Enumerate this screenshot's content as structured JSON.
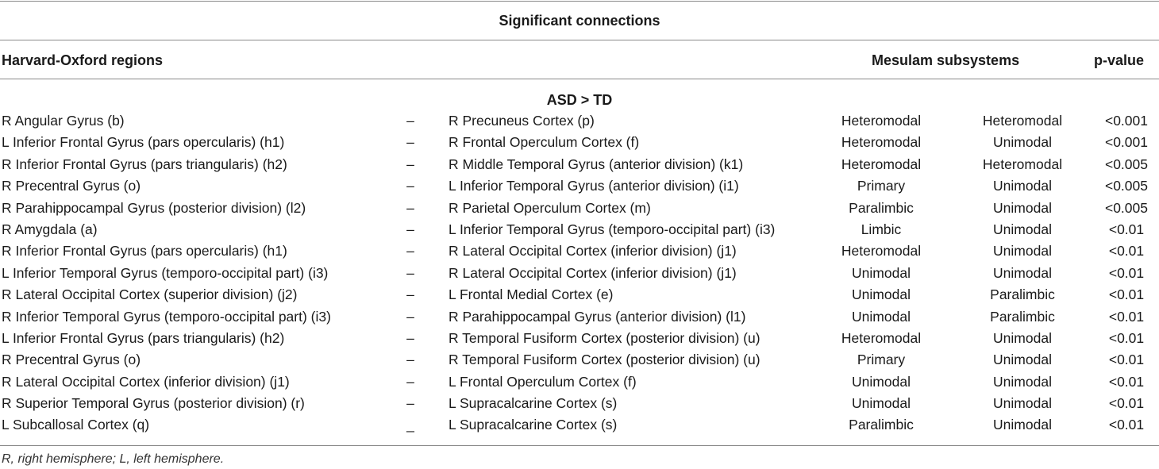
{
  "table": {
    "title": "Significant connections",
    "headers": {
      "regions": "Harvard-Oxford regions",
      "mesulam": "Mesulam subsystems",
      "pvalue": "p-value"
    },
    "group_label": "ASD > TD",
    "rows": [
      {
        "region1": "R Angular Gyrus (b)",
        "dash": "–",
        "region2": "R Precuneus Cortex (p)",
        "sys1": "Heteromodal",
        "sys2": "Heteromodal",
        "p": "<0.001"
      },
      {
        "region1": "L Inferior Frontal Gyrus (pars opercularis) (h1)",
        "dash": "–",
        "region2": "R Frontal Operculum Cortex (f)",
        "sys1": "Heteromodal",
        "sys2": "Unimodal",
        "p": "<0.001"
      },
      {
        "region1": "R Inferior Frontal Gyrus (pars triangularis) (h2)",
        "dash": "–",
        "region2": "R Middle Temporal Gyrus (anterior division) (k1)",
        "sys1": "Heteromodal",
        "sys2": "Heteromodal",
        "p": "<0.005"
      },
      {
        "region1": "R Precentral Gyrus (o)",
        "dash": "–",
        "region2": "L Inferior Temporal Gyrus (anterior division) (i1)",
        "sys1": "Primary",
        "sys2": "Unimodal",
        "p": "<0.005"
      },
      {
        "region1": "R Parahippocampal Gyrus (posterior division) (l2)",
        "dash": "–",
        "region2": "R Parietal Operculum Cortex (m)",
        "sys1": "Paralimbic",
        "sys2": "Unimodal",
        "p": "<0.005"
      },
      {
        "region1": "R Amygdala (a)",
        "dash": "–",
        "region2": "L Inferior Temporal Gyrus (temporo-occipital part) (i3)",
        "sys1": "Limbic",
        "sys2": "Unimodal",
        "p": "<0.01"
      },
      {
        "region1": "R Inferior Frontal Gyrus (pars opercularis) (h1)",
        "dash": "–",
        "region2": "R Lateral Occipital Cortex (inferior division) (j1)",
        "sys1": "Heteromodal",
        "sys2": "Unimodal",
        "p": "<0.01"
      },
      {
        "region1": "L Inferior Temporal Gyrus (temporo-occipital part) (i3)",
        "dash": "–",
        "region2": "R Lateral Occipital Cortex (inferior division) (j1)",
        "sys1": "Unimodal",
        "sys2": "Unimodal",
        "p": "<0.01"
      },
      {
        "region1": "R Lateral Occipital Cortex (superior division) (j2)",
        "dash": "–",
        "region2": "L Frontal Medial Cortex (e)",
        "sys1": "Unimodal",
        "sys2": "Paralimbic",
        "p": "<0.01"
      },
      {
        "region1": "R Inferior Temporal Gyrus (temporo-occipital part) (i3)",
        "dash": "–",
        "region2": "R Parahippocampal Gyrus (anterior division) (l1)",
        "sys1": "Unimodal",
        "sys2": "Paralimbic",
        "p": "<0.01"
      },
      {
        "region1": "L Inferior Frontal Gyrus (pars triangularis) (h2)",
        "dash": "–",
        "region2": "R Temporal Fusiform Cortex (posterior division) (u)",
        "sys1": "Heteromodal",
        "sys2": "Unimodal",
        "p": "<0.01"
      },
      {
        "region1": "R Precentral Gyrus (o)",
        "dash": "–",
        "region2": "R Temporal Fusiform Cortex (posterior division) (u)",
        "sys1": "Primary",
        "sys2": "Unimodal",
        "p": "<0.01"
      },
      {
        "region1": "R Lateral Occipital Cortex (inferior division) (j1)",
        "dash": "–",
        "region2": "L Frontal Operculum Cortex (f)",
        "sys1": "Unimodal",
        "sys2": "Unimodal",
        "p": "<0.01"
      },
      {
        "region1": "R Superior Temporal Gyrus (posterior division) (r)",
        "dash": "–",
        "region2": "L Supracalcarine Cortex (s)",
        "sys1": "Unimodal",
        "sys2": "Unimodal",
        "p": "<0.01"
      },
      {
        "region1": "L Subcallosal Cortex (q)",
        "dash": "_",
        "region2": "L Supracalcarine Cortex (s)",
        "sys1": "Paralimbic",
        "sys2": "Unimodal",
        "p": "<0.01"
      }
    ],
    "footnote": "R, right hemisphere; L, left hemisphere."
  }
}
